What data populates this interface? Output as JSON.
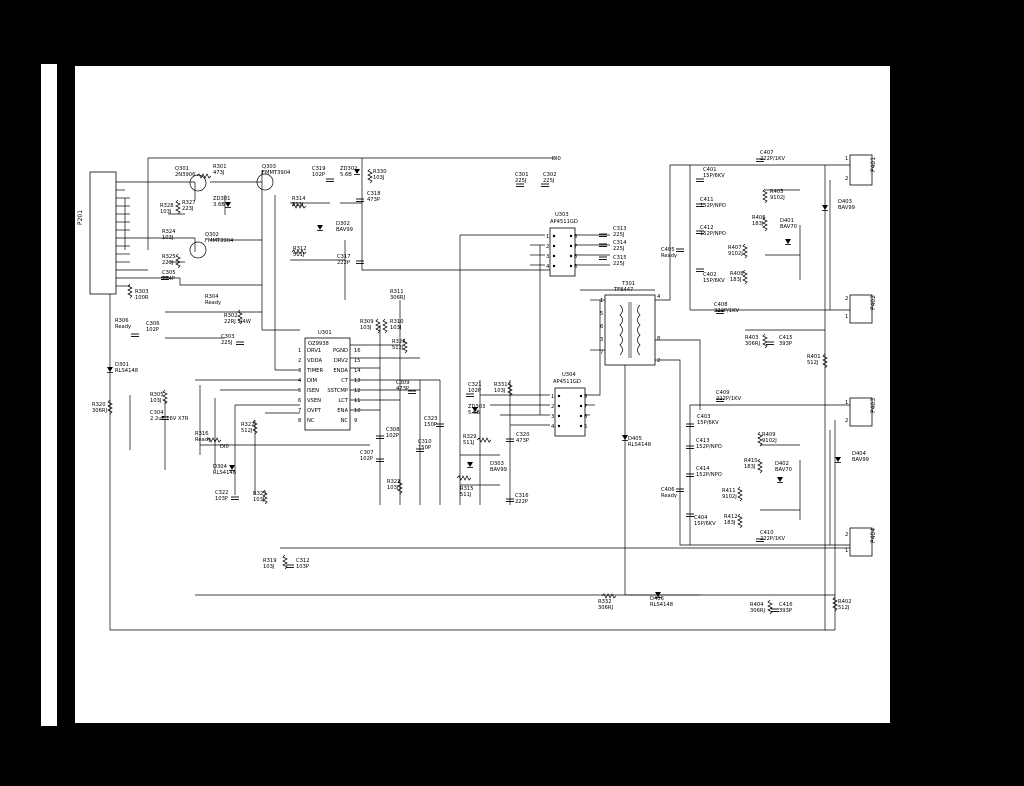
{
  "connectors": {
    "p201": "P201",
    "p401": "P401",
    "p402": "P402",
    "p403": "P403",
    "p404": "P404",
    "pin1": "1",
    "pin2": "2"
  },
  "ics": {
    "u301": {
      "ref": "U301",
      "part": "OZ9938",
      "left_pins": [
        "DRV1",
        "VDDA",
        "TIMER",
        "DIM",
        "ISEN",
        "VSEN",
        "OVPT",
        "NC"
      ],
      "right_pins": [
        "PGND",
        "DRV2",
        "ENDA",
        "CT",
        "SSTCMP",
        "LCT",
        "ENA",
        "NC"
      ],
      "left_nums": [
        "1",
        "2",
        "3",
        "4",
        "5",
        "6",
        "7",
        "8"
      ],
      "right_nums": [
        "16",
        "15",
        "14",
        "13",
        "12",
        "11",
        "10",
        "9"
      ]
    },
    "u303": {
      "ref": "U303",
      "part": "AP4511GD",
      "pins": [
        "1",
        "2",
        "3",
        "4",
        "8",
        "7",
        "6",
        "5"
      ]
    },
    "u304": {
      "ref": "U304",
      "part": "AP4511GD",
      "pins": [
        "1",
        "2",
        "3",
        "4",
        "8",
        "7",
        "6",
        "5"
      ]
    },
    "t301": {
      "ref": "T301",
      "part": "TF8447",
      "pins": [
        "1",
        "5",
        "6",
        "3",
        "7",
        "4",
        "8",
        "2"
      ]
    }
  },
  "transistors": [
    {
      "ref": "Q301",
      "part": "2N3906"
    },
    {
      "ref": "Q303",
      "part": "FMMT3904"
    },
    {
      "ref": "Q302",
      "part": "FMMT3904"
    }
  ],
  "diodes": [
    {
      "ref": "ZD301",
      "part": "3.6B"
    },
    {
      "ref": "ZD302",
      "part": "5.6B"
    },
    {
      "ref": "D302",
      "part": "BAV99"
    },
    {
      "ref": "D301",
      "part": "RLS4148"
    },
    {
      "ref": "D304",
      "part": "RLS4148"
    },
    {
      "ref": "ZD303",
      "part": "5.6B"
    },
    {
      "ref": "D303",
      "part": "BAV99"
    },
    {
      "ref": "D405",
      "part": "RLS4148"
    },
    {
      "ref": "D406",
      "part": "RLS4148"
    },
    {
      "ref": "D401",
      "part": "BAV70"
    },
    {
      "ref": "D402",
      "part": "BAV70"
    },
    {
      "ref": "D403",
      "part": "BAV99"
    },
    {
      "ref": "D404",
      "part": "BAV99"
    }
  ],
  "resistors": [
    {
      "ref": "R301",
      "value": "473J"
    },
    {
      "ref": "R328",
      "value": "103J"
    },
    {
      "ref": "R327",
      "value": "223J"
    },
    {
      "ref": "R324",
      "value": "103J"
    },
    {
      "ref": "R325",
      "value": "223J"
    },
    {
      "ref": "R303",
      "value": "100R"
    },
    {
      "ref": "R314",
      "value": "511J"
    },
    {
      "ref": "R330",
      "value": "103J"
    },
    {
      "ref": "R312",
      "value": "511J"
    },
    {
      "ref": "R304",
      "value": "Ready"
    },
    {
      "ref": "R302",
      "value": "22RJ 1/4W"
    },
    {
      "ref": "R311",
      "value": "306RJ"
    },
    {
      "ref": "R309",
      "value": "103J"
    },
    {
      "ref": "R310",
      "value": "103J"
    },
    {
      "ref": "R326",
      "value": "512J"
    },
    {
      "ref": "R306",
      "value": "Ready"
    },
    {
      "ref": "R305",
      "value": "103J"
    },
    {
      "ref": "R320",
      "value": "306RJ"
    },
    {
      "ref": "R316",
      "value": "Ready"
    },
    {
      "ref": "R322",
      "value": "512J"
    },
    {
      "ref": "R323",
      "value": "103J"
    },
    {
      "ref": "R321",
      "value": "103J"
    },
    {
      "ref": "R331",
      "value": "103J"
    },
    {
      "ref": "R329",
      "value": "511J"
    },
    {
      "ref": "R315",
      "value": "511J"
    },
    {
      "ref": "R319",
      "value": "103J"
    },
    {
      "ref": "R332",
      "value": "306RJ"
    },
    {
      "ref": "R401",
      "value": "512J"
    },
    {
      "ref": "R402",
      "value": "512J"
    },
    {
      "ref": "R403",
      "value": "306RJ"
    },
    {
      "ref": "R404",
      "value": "306RJ"
    },
    {
      "ref": "R405",
      "value": "9102J"
    },
    {
      "ref": "R406",
      "value": "183J"
    },
    {
      "ref": "R407",
      "value": "9102J"
    },
    {
      "ref": "R408",
      "value": "183J"
    },
    {
      "ref": "R409",
      "value": "9102J"
    },
    {
      "ref": "R410",
      "value": "183J"
    },
    {
      "ref": "R411",
      "value": "9102J"
    },
    {
      "ref": "R412",
      "value": "183J"
    }
  ],
  "capacitors": [
    {
      "ref": "C319",
      "value": "102P"
    },
    {
      "ref": "C318",
      "value": "473P"
    },
    {
      "ref": "C317",
      "value": "222P"
    },
    {
      "ref": "C301",
      "value": "225J"
    },
    {
      "ref": "C302",
      "value": "225J"
    },
    {
      "ref": "C305",
      "value": "224P"
    },
    {
      "ref": "C303",
      "value": "225J"
    },
    {
      "ref": "C306",
      "value": "102P"
    },
    {
      "ref": "C304",
      "value": "2.2uF 16V X7R"
    },
    {
      "ref": "C308",
      "value": "102P"
    },
    {
      "ref": "C307",
      "value": "102P"
    },
    {
      "ref": "C309",
      "value": "473P"
    },
    {
      "ref": "C310",
      "value": "150P"
    },
    {
      "ref": "C322",
      "value": "103P"
    },
    {
      "ref": "C312",
      "value": "103P"
    },
    {
      "ref": "C313",
      "value": "225J"
    },
    {
      "ref": "C314",
      "value": "225J"
    },
    {
      "ref": "C315",
      "value": "225J"
    },
    {
      "ref": "C321",
      "value": "102P"
    },
    {
      "ref": "C323",
      "value": "150P"
    },
    {
      "ref": "C320",
      "value": "473P"
    },
    {
      "ref": "C316",
      "value": "222P"
    },
    {
      "ref": "C401",
      "value": "15P/6KV"
    },
    {
      "ref": "C402",
      "value": "15P/6KV"
    },
    {
      "ref": "C403",
      "value": "15P/6KV"
    },
    {
      "ref": "C404",
      "value": "15P/6KV"
    },
    {
      "ref": "C405",
      "value": "Ready"
    },
    {
      "ref": "C406",
      "value": "Ready"
    },
    {
      "ref": "C407",
      "value": "222P/1KV"
    },
    {
      "ref": "C408",
      "value": "222P/1KV"
    },
    {
      "ref": "C409",
      "value": "222P/1KV"
    },
    {
      "ref": "C410",
      "value": "222P/1KV"
    },
    {
      "ref": "C411",
      "value": "152P/NPO"
    },
    {
      "ref": "C412",
      "value": "152P/NPO"
    },
    {
      "ref": "C413",
      "value": "152P/NPO"
    },
    {
      "ref": "C414",
      "value": "152P/NPO"
    },
    {
      "ref": "C415",
      "value": "393P"
    },
    {
      "ref": "C416",
      "value": "393P"
    }
  ],
  "net_labels": {
    "top_net": "DI0",
    "r316_net": "DI0"
  }
}
